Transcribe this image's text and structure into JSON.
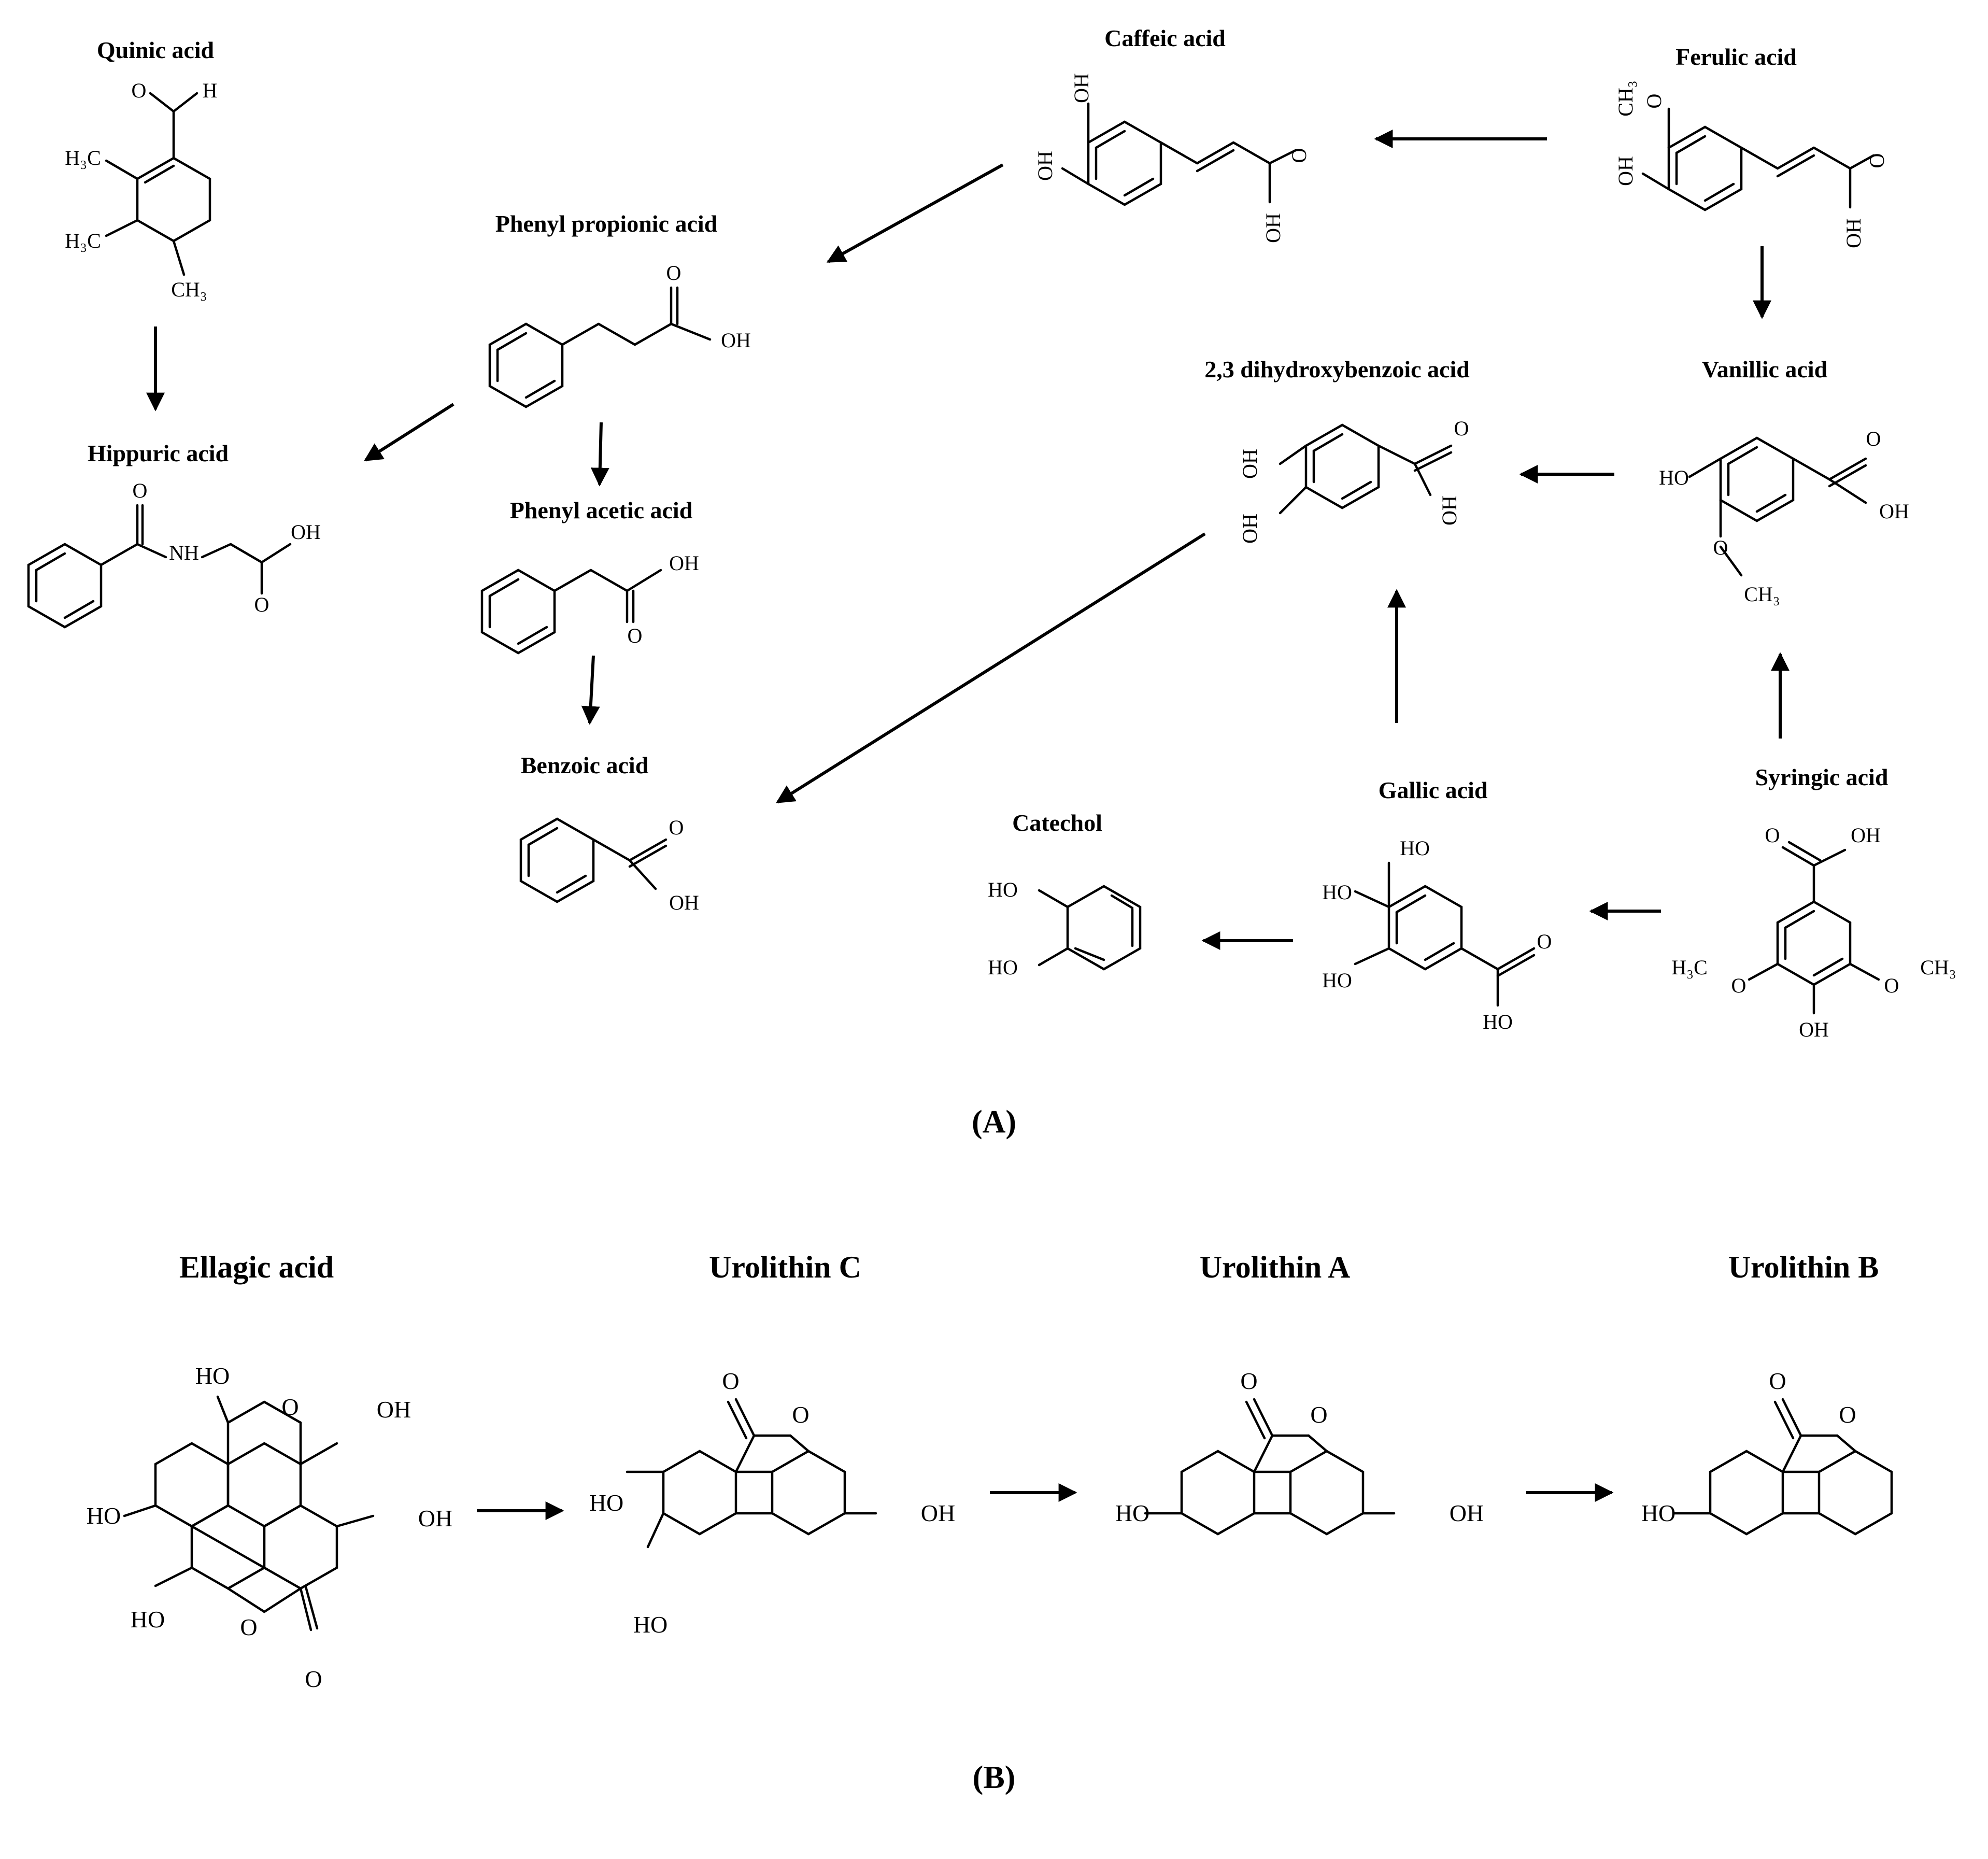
{
  "panel_a": {
    "label": "(A)",
    "compounds": {
      "quinic": "Quinic acid",
      "hippuric": "Hippuric acid",
      "phenyl_propionic": "Phenyl propionic acid",
      "phenyl_acetic": "Phenyl acetic acid",
      "benzoic": "Benzoic acid",
      "caffeic": "Caffeic acid",
      "ferulic": "Ferulic acid",
      "dihydroxybenzoic": "2,3 dihydroxybenzoic acid",
      "vanillic": "Vanillic acid",
      "catechol": "Catechol",
      "gallic": "Gallic acid",
      "syringic": "Syringic acid"
    }
  },
  "panel_b": {
    "label": "(B)",
    "compounds": {
      "ellagic": "Ellagic acid",
      "urolithin_c": "Urolithin C",
      "urolithin_a": "Urolithin A",
      "urolithin_b": "Urolithin B"
    }
  },
  "atoms": {
    "oh": "OH",
    "ho": "HO",
    "o": "O",
    "h": "H",
    "nh": "NH",
    "h3c": "H₃C",
    "ch3": "CH₃"
  }
}
